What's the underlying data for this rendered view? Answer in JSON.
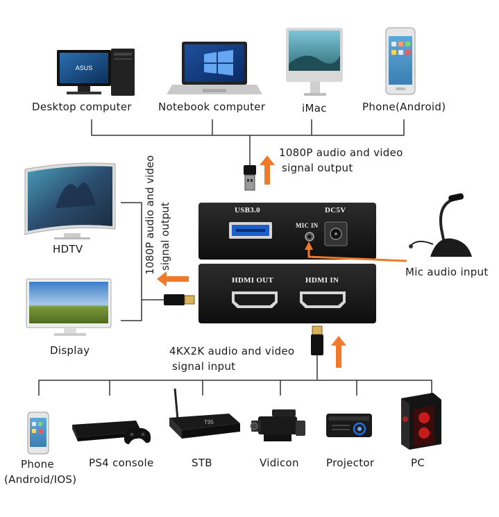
{
  "top_devices": {
    "desktop": "Desktop computer",
    "notebook": "Notebook computer",
    "imac": "iMac",
    "phone": "Phone(Android)"
  },
  "usb_output_label_1": "1080P audio and video",
  "usb_output_label_2": "signal output",
  "left_output_label_1": "1080P audio and video",
  "left_output_label_2": "signal output",
  "hdtv": "HDTV",
  "display": "Display",
  "mic_input": "Mic audio input",
  "device_top": {
    "usb_port": "USB3.0",
    "dc_port": "DC5V",
    "mic_port": "MIC IN"
  },
  "device_bottom": {
    "hdmi_out": "HDMI OUT",
    "hdmi_in": "HDMI IN"
  },
  "input_label_1": "4KX2K audio and video",
  "input_label_2": "signal input",
  "bottom_devices": {
    "phone_1": "Phone",
    "phone_2": "(Android/IOS)",
    "ps4": "PS4 console",
    "stb": "STB",
    "vidicon": "Vidicon",
    "projector": "Projector",
    "pc": "PC"
  },
  "stb_brand": "T95",
  "screen_brand": "ASUS",
  "colors": {
    "arrow": "#f07a2a",
    "device_body": "#1b1b1b",
    "line": "#333333"
  }
}
